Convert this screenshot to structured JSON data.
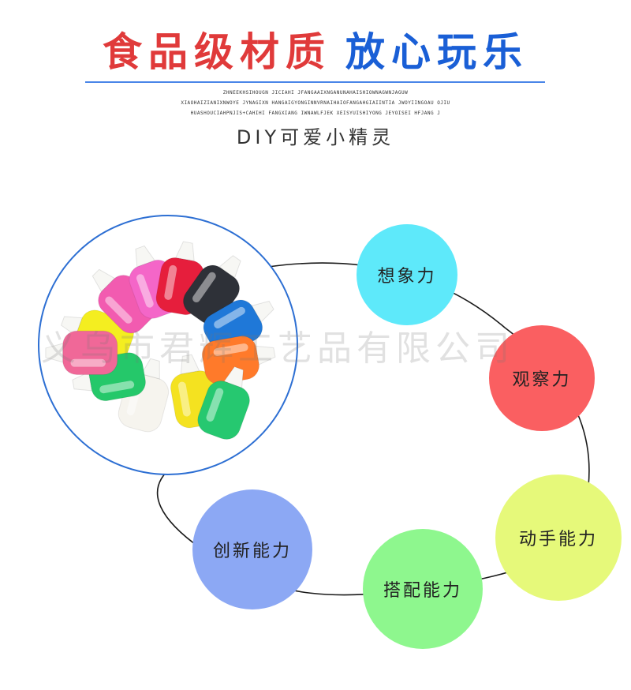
{
  "header": {
    "title_red": "食品级材质",
    "title_blue": "放心玩乐",
    "pinyin_lines": [
      "ZHNEEKHSIHOUGN JICIAHI JFANGAAIXNGANUNAHAISHIOWNAGWNJAGUW",
      "XIAOHAIZIANIXNWOYE JYNAGIXN HANGAIGYONGINNVRNAIHAIOFANGAHGIAIINTIA JWOYIINGOAU OJIU",
      "HUASHOUCIAHPNJIS+CAHIHI FANGXIANG IWNAWLFJEK XEISYUISHIYONG JEYOISEI HFJANG J"
    ],
    "subtitle": "DIY可爱小精灵"
  },
  "watermark": "义乌市君辉工艺品有限公司",
  "abilities": [
    {
      "label": "想象力",
      "color": "#5ee9fa"
    },
    {
      "label": "观察力",
      "color": "#fa5f61"
    },
    {
      "label": "动手能力",
      "color": "#e6f97a"
    },
    {
      "label": "搭配能力",
      "color": "#8ef78e"
    },
    {
      "label": "创新能力",
      "color": "#8ca8f4"
    }
  ],
  "photo": {
    "icon": "paint-bottles-photo",
    "bottle_colors": [
      "#f4ee20",
      "#f25bb0",
      "#f466c8",
      "#e61e3c",
      "#2e3138",
      "#1f78d8",
      "#f6f4ee",
      "#f4e220",
      "#25c86a",
      "#ff7a2a",
      "#f06898",
      "#26c870"
    ]
  },
  "accent": {
    "ring_blue": "#2d6fd3",
    "rule_blue": "#4a86e8"
  }
}
